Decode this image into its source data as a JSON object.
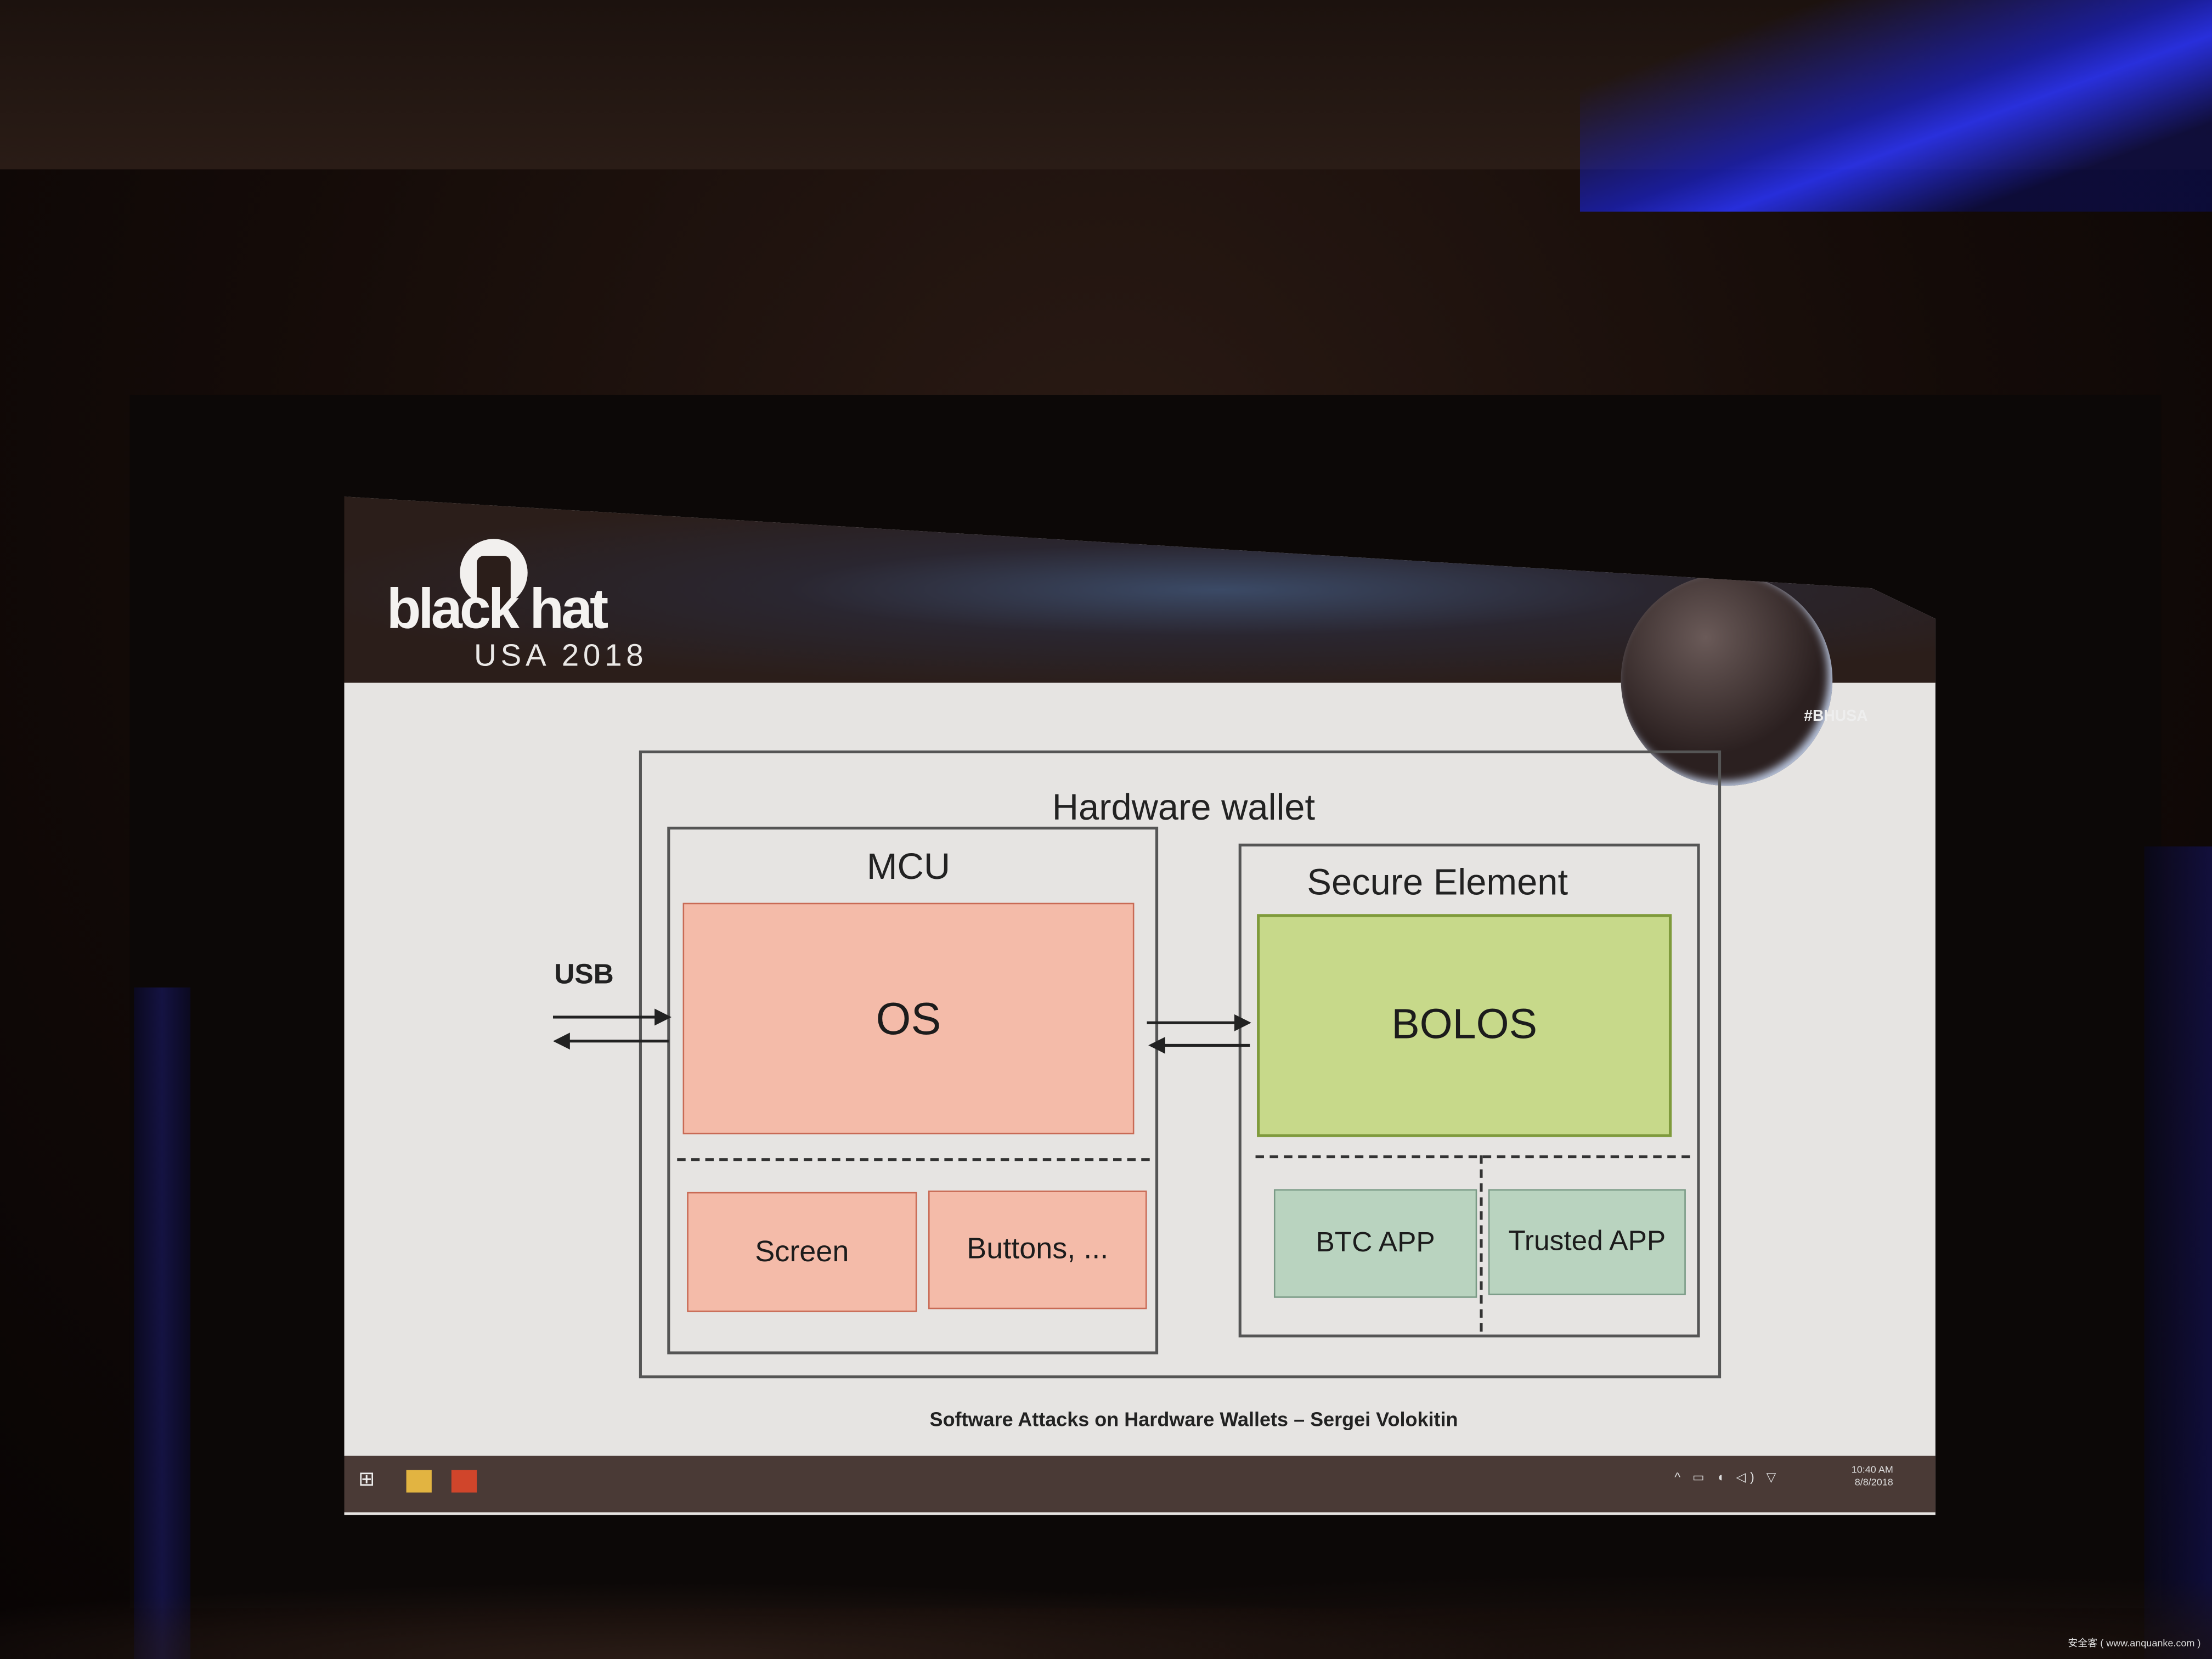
{
  "slide": {
    "logo": {
      "word": "black hat",
      "sub": "USA 2018"
    },
    "hashtag": "#BHUSA",
    "diagram": {
      "title": "Hardware wallet",
      "usb_label": "USB",
      "mcu": {
        "title": "MCU",
        "os": "OS",
        "screen": "Screen",
        "buttons": "Buttons, ..."
      },
      "secure_element": {
        "title": "Secure Element",
        "bolos": "BOLOS",
        "btc_app": "BTC APP",
        "trusted_app": "Trusted APP"
      }
    },
    "footer": "Software Attacks on Hardware Wallets – Sergei Volokitin"
  },
  "taskbar": {
    "time": "10:40 AM",
    "date": "8/8/2018",
    "tray_icons": "^ ▭ ◖ ◁) ▽"
  },
  "watermark": "安全客 ( www.anquanke.com )"
}
